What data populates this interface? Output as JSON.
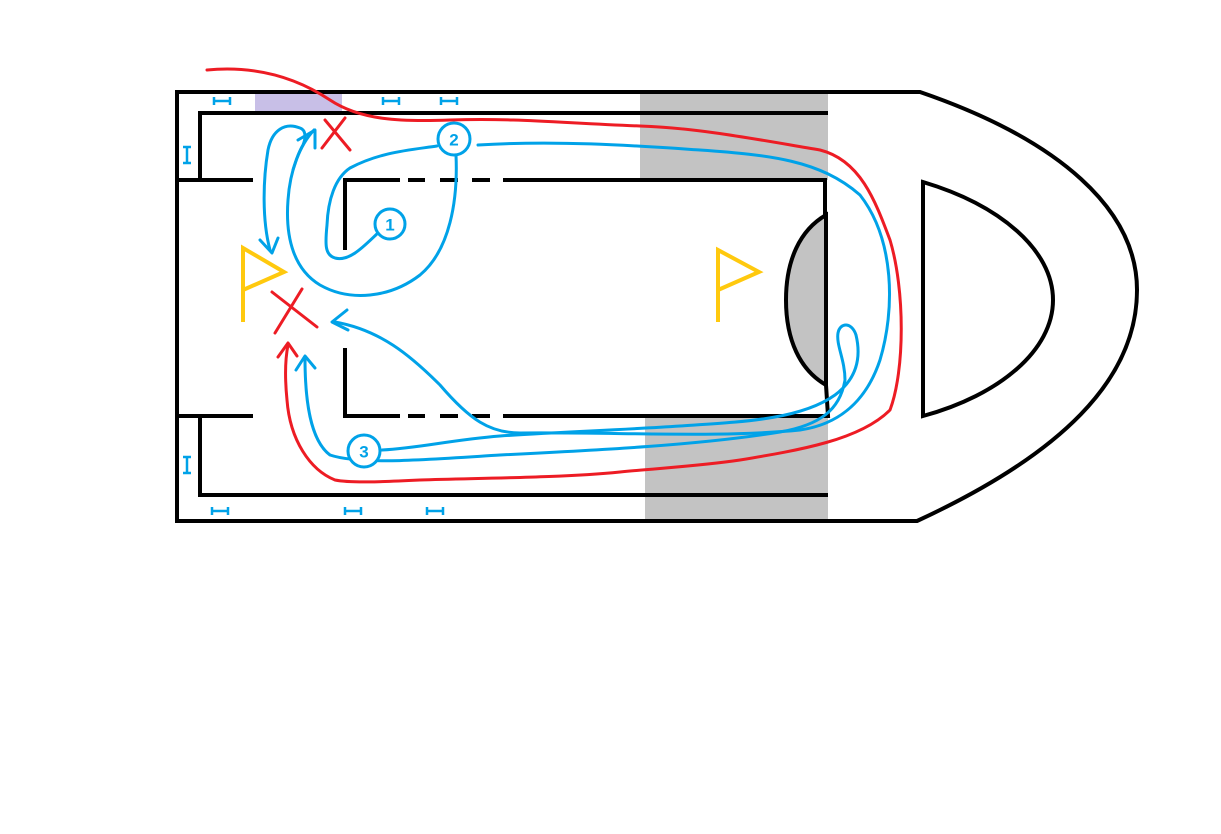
{
  "diagram": {
    "route_labels": [
      "1",
      "2",
      "3"
    ],
    "colors": {
      "walls": "#000000",
      "blue_routes": "#00a2e8",
      "red_route": "#ed1c24",
      "flags": "#ffc90e",
      "gray_zone": "#c3c3c3",
      "purple_zone": "#c8bfe7"
    }
  }
}
